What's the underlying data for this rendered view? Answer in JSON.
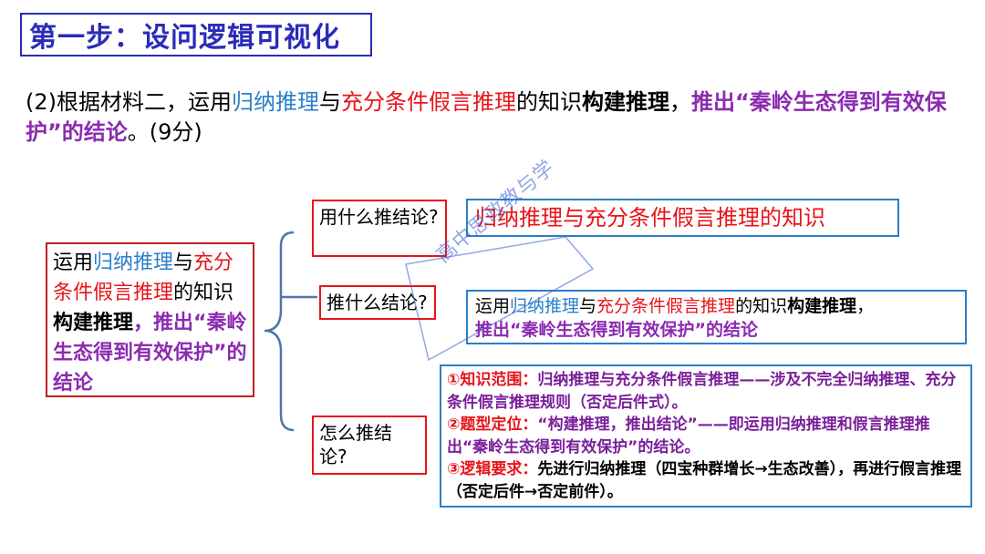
{
  "title": "第一步：设问逻辑可视化",
  "question": {
    "prefix": "(2)根据材料二，运用",
    "term1": "归纳推理",
    "connector": "与",
    "term2": "充分条件假言推理",
    "knowledge": "的知识",
    "build": "构建推理",
    "comma": "，",
    "derive": "推出“秦岭生态得到有效保护”的结论",
    "suffix": "。(9分)"
  },
  "left_box": {
    "prefix": "运用",
    "term1": "归纳推理",
    "connector": "与",
    "term2": "充分条件假言推理",
    "knowledge": "的知识",
    "build": "构建推理",
    "comma": "，",
    "derive": "推出“秦岭生态得到有效保护”的结论"
  },
  "questions": {
    "q1": "用什么推结论?",
    "q2": "推什么结论?",
    "q3": "怎么推结论?"
  },
  "answers": {
    "a1": "归纳推理与充分条件假言推理的知识",
    "a2": {
      "prefix": "运用",
      "term1": "归纳推理",
      "connector": "与",
      "term2": "充分条件假言推理",
      "knowledge": "的知识",
      "build": "构建推理",
      "comma": "，",
      "derive": "推出“秦岭生态得到有效保护”的结论"
    },
    "a3": {
      "item1_label": "①知识范围：",
      "item1_text": "归纳推理与充分条件假言推理——涉及不完全归纳推理、充分条件假言推理规则（否定后件式）。",
      "item2_label": "②题型定位：",
      "item2_text": "“构建推理，推出结论”——即运用归纳推理和假言推理推出“秦岭生态得到有效保护”的结论。",
      "item3_label": "③逻辑要求：",
      "item3_text": "先进行归纳推理（四宝种群增长→生态改善），再进行假言推理（否定后件→否定前件）。"
    }
  },
  "watermark": "高中思政教与学",
  "colors": {
    "title_blue": "#2b2bb8",
    "term_blue": "#2a7fc7",
    "term_red": "#e8141a",
    "conclusion_purple": "#8b2bb0",
    "box_red": "#c0201f",
    "box_blue": "#2a7fc7"
  }
}
